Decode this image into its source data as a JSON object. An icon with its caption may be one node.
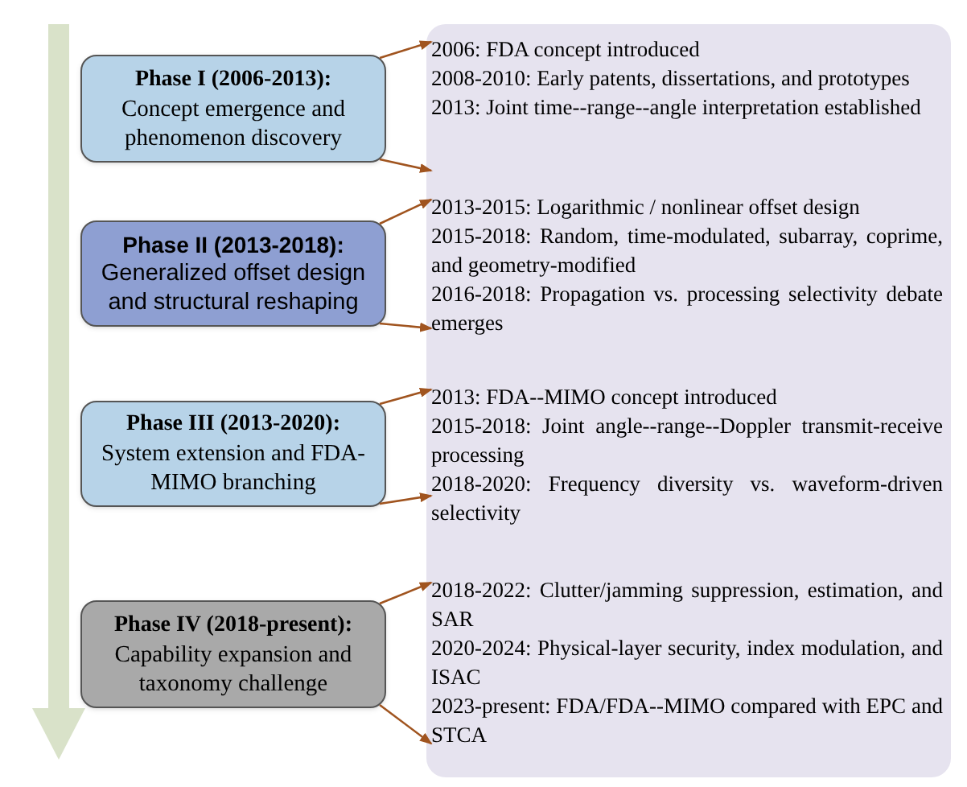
{
  "diagram": {
    "nodes": [
      {
        "text": [
          "Phase I (2006-2013):",
          "Concept emergence and phenomenon discovery"
        ]
      },
      {
        "text": [
          "Phase II (2013-2018):",
          "Generalized offset design and structural reshaping"
        ]
      },
      {
        "text": [
          "Phase III (2013-2020):",
          "System extension and FDA-MIMO branching"
        ]
      },
      {
        "text": [
          "Phase IV (2018-present):",
          "Capability expansion and taxonomy challenge"
        ]
      },
      {
        "text": [],
        "shape": "box"
      },
      {
        "text": [
          "2006: FDA concept introduced",
          "2008-2010: Early patents, dissertations, and prototypes",
          "2013: Joint time--range--angle interpretation established"
        ],
        "in": 4
      },
      {
        "text": [
          "2013-2015: Logarithmic / nonlinear offset design",
          "2015-2018: Random, time-modulated, subarray, coprime, and geometry-modified",
          "2016-2018: Propagation vs. processing selectivity debate emerges"
        ],
        "in": 4
      },
      {
        "text": [
          "2013: FDA--MIMO concept introduced",
          "2015-2018: Joint angle--range--Doppler transmit-receive processing",
          "2018-2020: Frequency diversity vs. waveform-driven selectivity"
        ],
        "in": 4
      },
      {
        "text": [
          "2018-2022: Clutter/jamming suppression, estimation, and SAR",
          "2020-2024: Physical-layer security, index modulation, and ISAC",
          "2023-present: FDA/FDA--MIMO compared with EPC and STCA"
        ],
        "in": 4
      }
    ],
    "edges": [
      {
        "from": 0,
        "to": 5,
        "arrow": "to"
      },
      {
        "from": 0,
        "to": 5,
        "arrow": "to"
      },
      {
        "from": 1,
        "to": 6,
        "arrow": "to"
      },
      {
        "from": 1,
        "to": 6,
        "arrow": "to"
      },
      {
        "from": 2,
        "to": 7,
        "arrow": "to"
      },
      {
        "from": 2,
        "to": 7,
        "arrow": "to"
      },
      {
        "from": 3,
        "to": 8,
        "arrow": "to"
      },
      {
        "from": 3,
        "to": 8,
        "arrow": "to"
      }
    ]
  }
}
